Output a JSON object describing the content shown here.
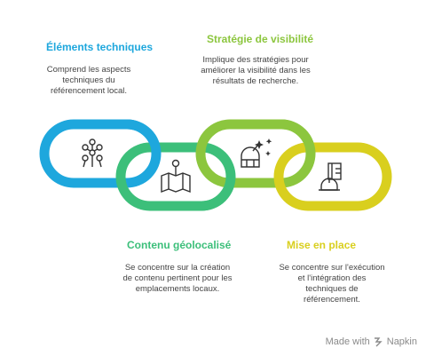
{
  "steps": [
    {
      "title": "Éléments techniques",
      "desc": "Comprend les aspects techniques du référencement local.",
      "color": "#1ea7dd",
      "icon": "atomium-icon"
    },
    {
      "title": "Contenu géolocalisé",
      "desc": "Se concentre sur la création de contenu pertinent pour les emplacements locaux.",
      "color": "#3cbf7a",
      "icon": "map-pin-icon"
    },
    {
      "title": "Stratégie de visibilité",
      "desc": "Implique des stratégies pour améliorer la visibilité dans les résultats de recherche.",
      "color": "#8cc63e",
      "icon": "observatory-icon"
    },
    {
      "title": "Mise en place",
      "desc": "Se concentre sur l'exécution et l'intégration des techniques de référencement.",
      "color": "#d9cf1e",
      "icon": "construction-icon"
    }
  ],
  "footer": {
    "made_with": "Made with",
    "brand": "Napkin"
  }
}
